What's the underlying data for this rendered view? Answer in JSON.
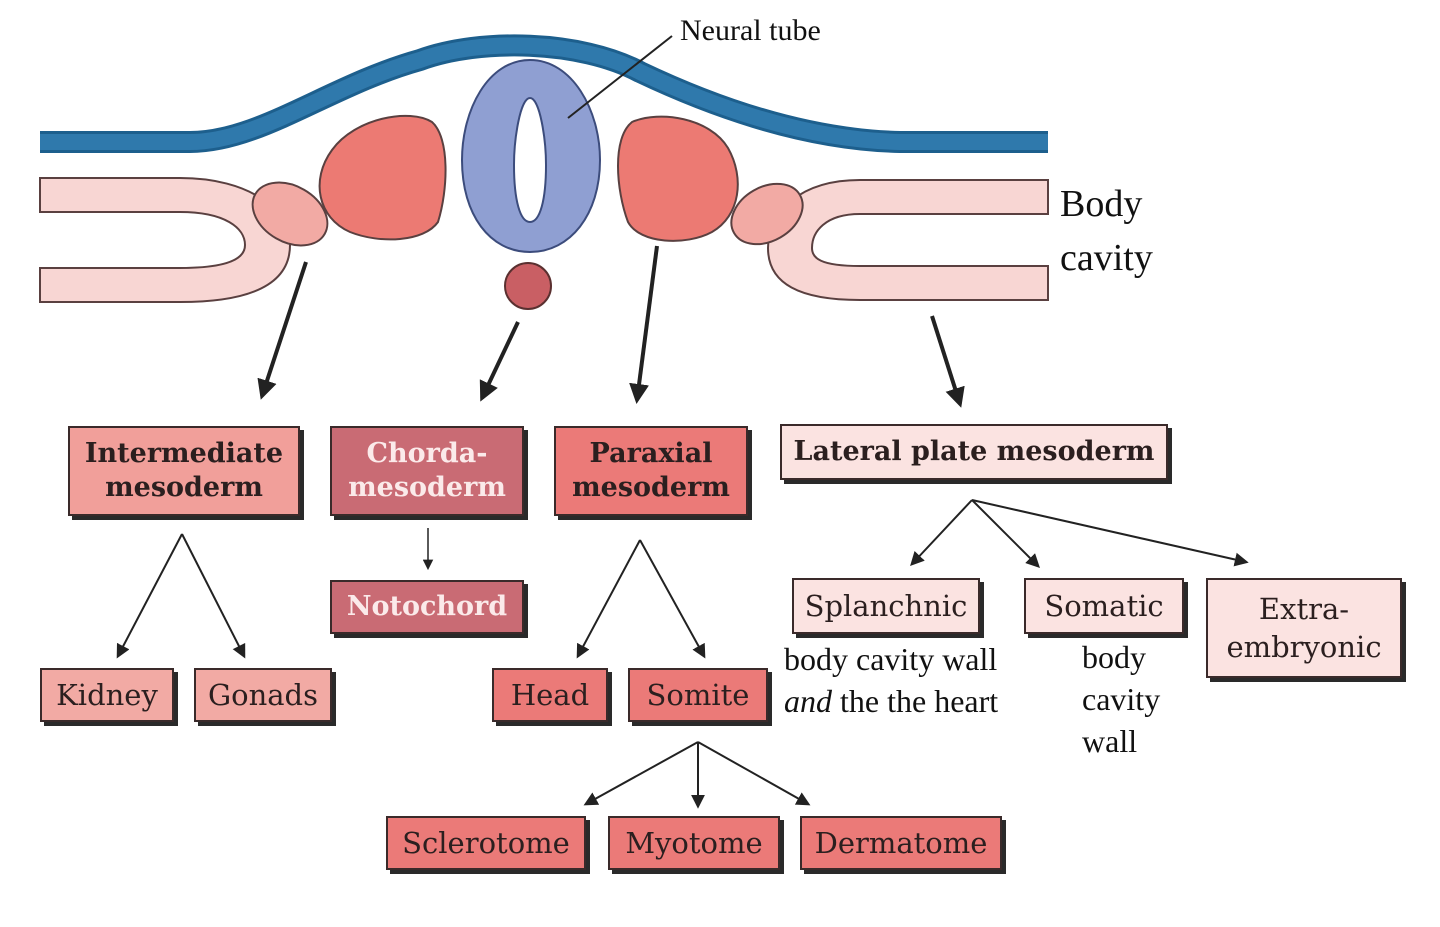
{
  "labels": {
    "neural_tube": "Neural tube",
    "body_cavity_1": "Body",
    "body_cavity_2": "cavity"
  },
  "boxes": {
    "intermediate": [
      "Intermediate",
      "mesoderm"
    ],
    "chorda": [
      "Chorda-",
      "mesoderm"
    ],
    "paraxial": [
      "Paraxial",
      "mesoderm"
    ],
    "lateral": "Lateral plate mesoderm",
    "notochord": "Notochord",
    "kidney": "Kidney",
    "gonads": "Gonads",
    "head": "Head",
    "somite": "Somite",
    "sclerotome": "Sclerotome",
    "myotome": "Myotome",
    "dermatome": "Dermatome",
    "splanchnic": "Splanchnic",
    "somatic": "Somatic",
    "extra": [
      "Extra-",
      "embryonic"
    ]
  },
  "notes": {
    "splanchnic_1": "body cavity wall",
    "splanchnic_2_italic": "and",
    "splanchnic_2_rest": " the the heart",
    "somatic_1": "body",
    "somatic_2": "cavity",
    "somatic_3": "wall"
  },
  "colors": {
    "ectoderm": "#2f79ac",
    "neural_tube": "#8f9fd2",
    "somite": "#ec7a73",
    "intermediate": "#f2aaa4",
    "lateral_plate": "#f8d6d3",
    "notochord": "#c95f64",
    "box_salmon": "#f19f9a",
    "box_dark": "#c96b74",
    "box_pale": "#fbe3e1",
    "box_red": "#eb7a78"
  }
}
